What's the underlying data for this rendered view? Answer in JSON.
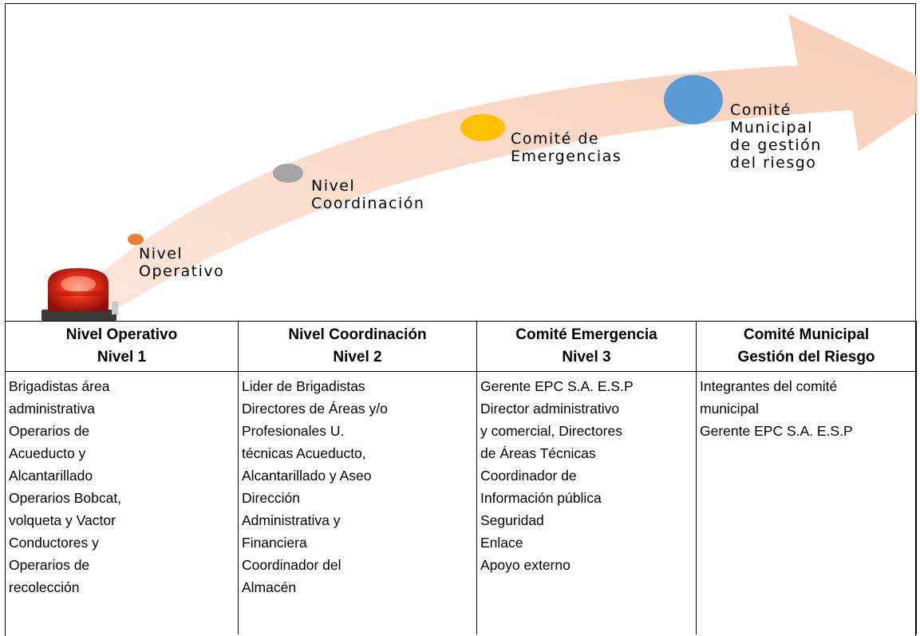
{
  "diagram": {
    "alarm_icon": "emergency-siren-icon",
    "stages": [
      {
        "label": "Nivel\nOperativo",
        "color": "#ED7D31"
      },
      {
        "label": "Nivel\nCoordinación",
        "color": "#A5A5A5"
      },
      {
        "label": "Comité de\nEmergencias",
        "color": "#FFC000"
      },
      {
        "label": "Comité\nMunicipal\nde gestión\ndel riesgo",
        "color": "#5B9BD5"
      }
    ],
    "arrow_color": "#F8CBAD"
  },
  "table": {
    "headers": [
      {
        "title": "Nivel Operativo",
        "subtitle": "Nivel 1"
      },
      {
        "title": "Nivel Coordinación",
        "subtitle": "Nivel 2"
      },
      {
        "title": "Comité Emergencia",
        "subtitle": "Nivel 3"
      },
      {
        "title": "Comité Municipal",
        "subtitle": "Gestión del Riesgo"
      }
    ],
    "columns": [
      [
        "Brigadistas área",
        "administrativa",
        "Operarios de",
        "Acueducto y",
        "Alcantarillado",
        "Operarios Bobcat,",
        "volqueta y Vactor",
        "Conductores y",
        "Operarios de",
        "recolección"
      ],
      [
        "Lider de Brigadistas",
        "Directores de Áreas y/o",
        "Profesionales U.",
        "técnicas Acueducto,",
        "Alcantarillado y Aseo",
        "Dirección",
        "Administrativa y",
        "Financiera",
        "Coordinador del",
        "Almacén"
      ],
      [
        "Gerente EPC S.A. E.S.P",
        "Director administrativo",
        "y comercial, Directores",
        "de Áreas Técnicas",
        "Coordinador de",
        "Información pública",
        "Seguridad",
        "Enlace",
        "Apoyo externo"
      ],
      [
        "Integrantes del comité",
        "municipal",
        "Gerente EPC S.A. E.S.P"
      ]
    ]
  }
}
